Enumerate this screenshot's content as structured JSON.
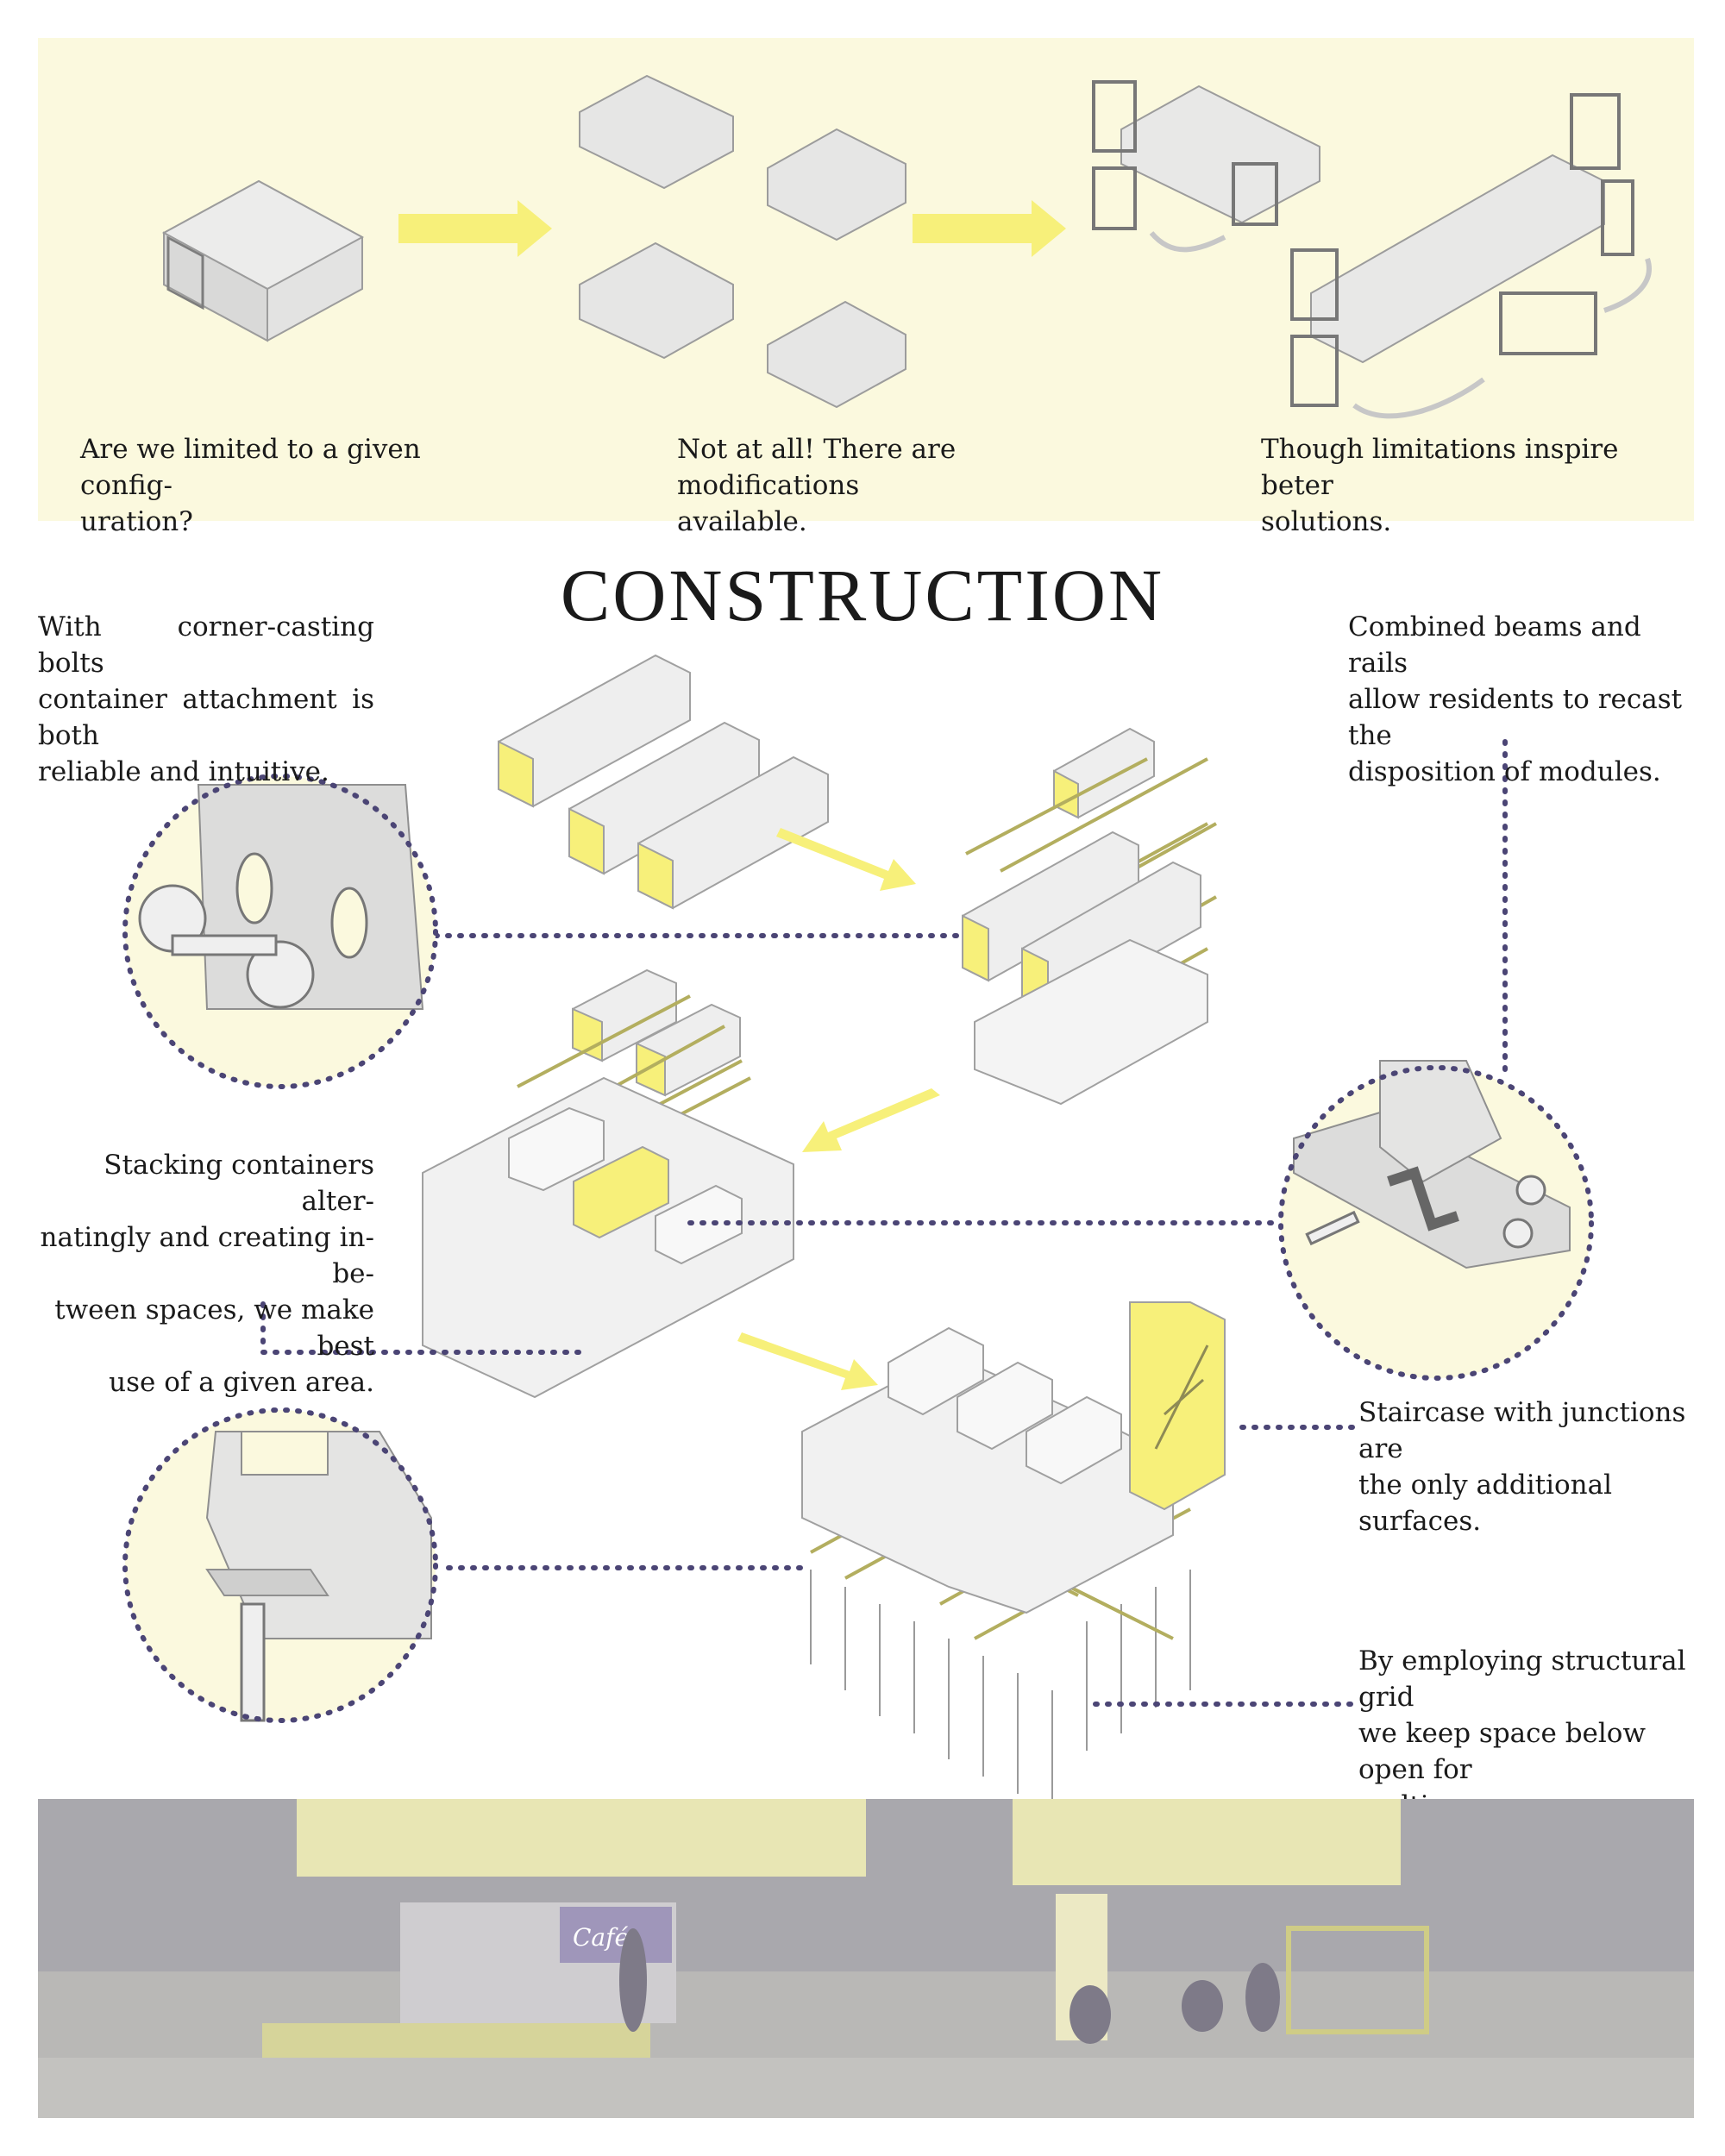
{
  "intro": {
    "caption_1": "Are we limited to a given configuration?",
    "caption_1_l1": "Are we limited to a given config-",
    "caption_1_l2": "uration?",
    "caption_2_l1": "Not at all! There are modifications",
    "caption_2_l2": "available.",
    "caption_3_l1": "Though limitations inspire beter",
    "caption_3_l2": "solutions."
  },
  "title": "CONSTRUCTION",
  "notes": {
    "bolts": [
      "With corner-casting bolts",
      "container attachment is both",
      "reliable and intuitive."
    ],
    "beams": [
      "Combined beams and rails",
      "allow residents to recast the",
      "disposition of modules."
    ],
    "stacking": [
      "Stacking containers alter-",
      "natingly and creating in-be-",
      "tween spaces, we make best",
      "use of a given area."
    ],
    "staircase": [
      "Staircase with junctions are",
      "the only additional surfaces."
    ],
    "grid": [
      "By employing structural grid",
      "we keep space below open for",
      "multipurpose use."
    ]
  },
  "photo": {
    "sign": "Café"
  },
  "colors": {
    "accent_yellow": "#f7f07a",
    "panel_bg": "#fbf9de",
    "dot_purple": "#4b4575",
    "box_grey": "#e9e9e9"
  }
}
